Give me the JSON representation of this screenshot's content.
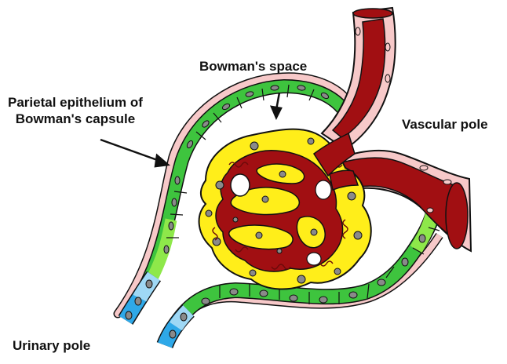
{
  "labels": {
    "bowmans_space": "Bowman's space",
    "parietal_line1": "Parietal epithelium of",
    "parietal_line2": "Bowman's capsule",
    "vascular_pole": "Vascular pole",
    "urinary_pole": "Urinary pole"
  },
  "colors": {
    "blood": "#a10f12",
    "vessel_wall": "#f7c9c9",
    "podocyte": "#ffee1a",
    "parietal_cell": "#3ec43e",
    "parietal_cell_light": "#8ee84a",
    "urinary_cell": "#2ea8e8",
    "urinary_cell_light": "#9fd8f5",
    "nucleus": "#8a8a8a",
    "outline": "#111111"
  }
}
